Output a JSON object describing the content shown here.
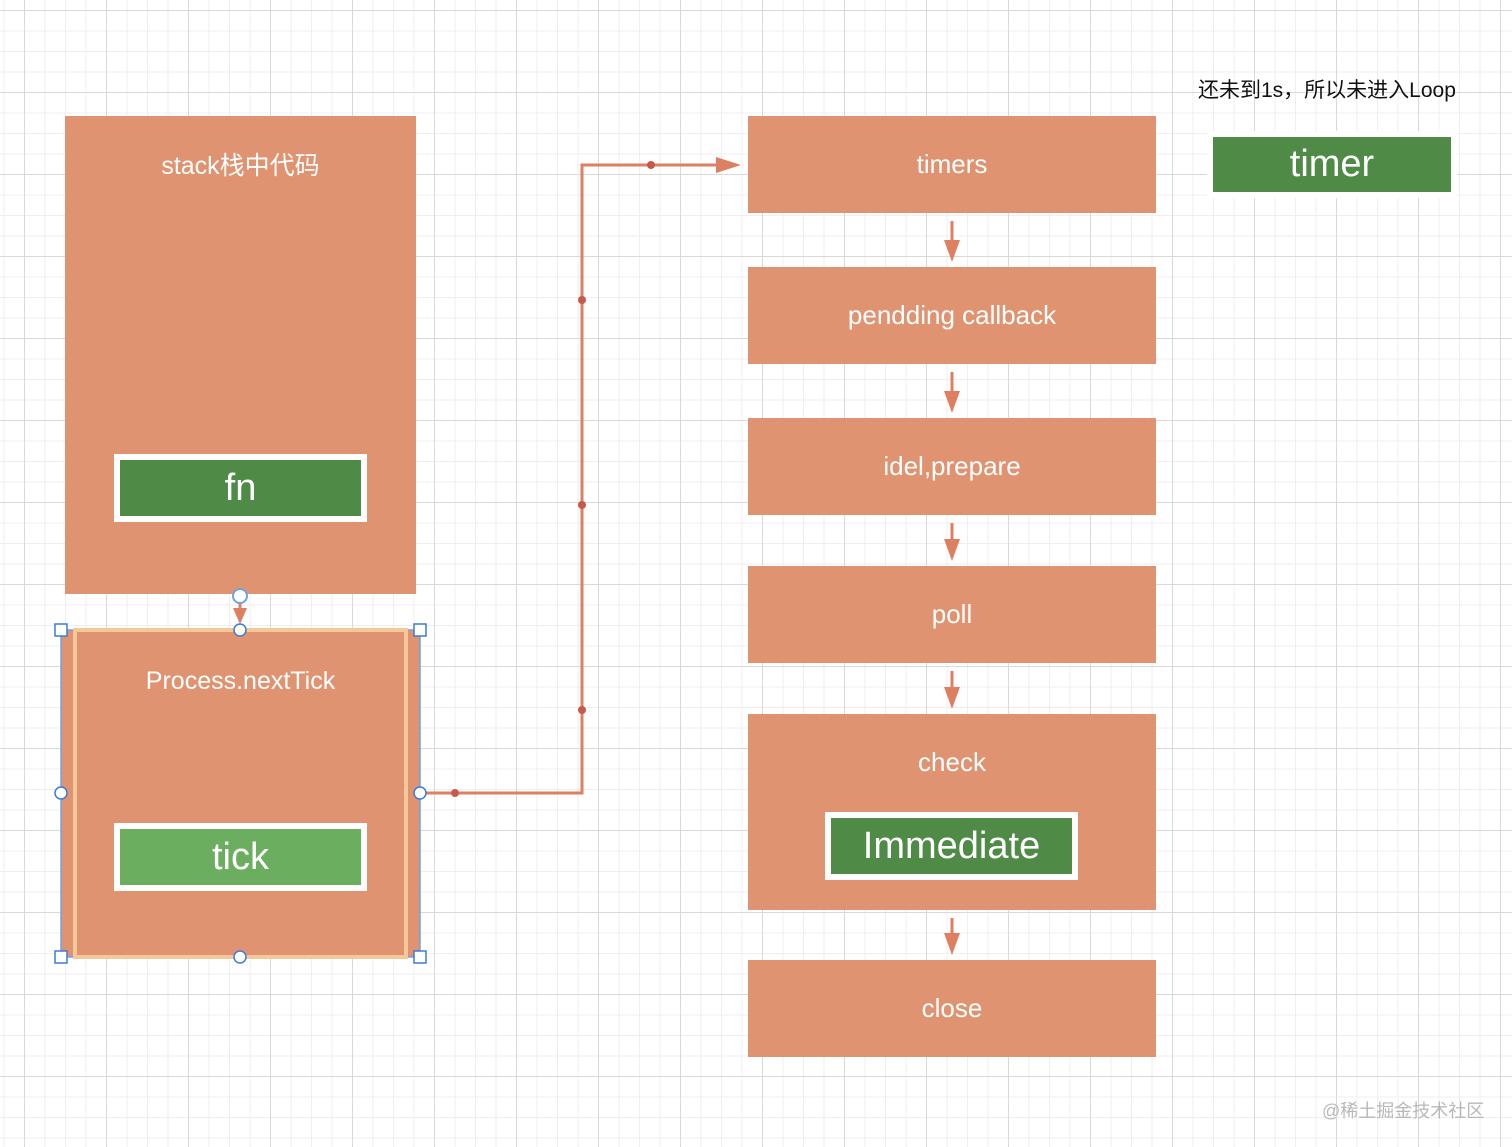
{
  "diagram": {
    "stack_panel": {
      "title": "stack栈中代码",
      "item": "fn"
    },
    "tick_panel": {
      "title": "Process.nextTick",
      "item": "tick"
    },
    "loop_stages": [
      {
        "label": "timers"
      },
      {
        "label": "pendding callback"
      },
      {
        "label": "idel,prepare"
      },
      {
        "label": "poll"
      },
      {
        "label": "check",
        "item": "Immediate"
      },
      {
        "label": "close"
      }
    ],
    "note": "还未到1s，所以未进入Loop",
    "timer_box": "timer",
    "watermark": "@稀土掘金技术社区"
  },
  "colors": {
    "panel": "#df9370",
    "connector": "#de7f62",
    "green_dark": "#4f8b47",
    "green_light": "#6cae5f",
    "selection": "#6ea3e6",
    "selection_inner": "#f5c89a"
  }
}
